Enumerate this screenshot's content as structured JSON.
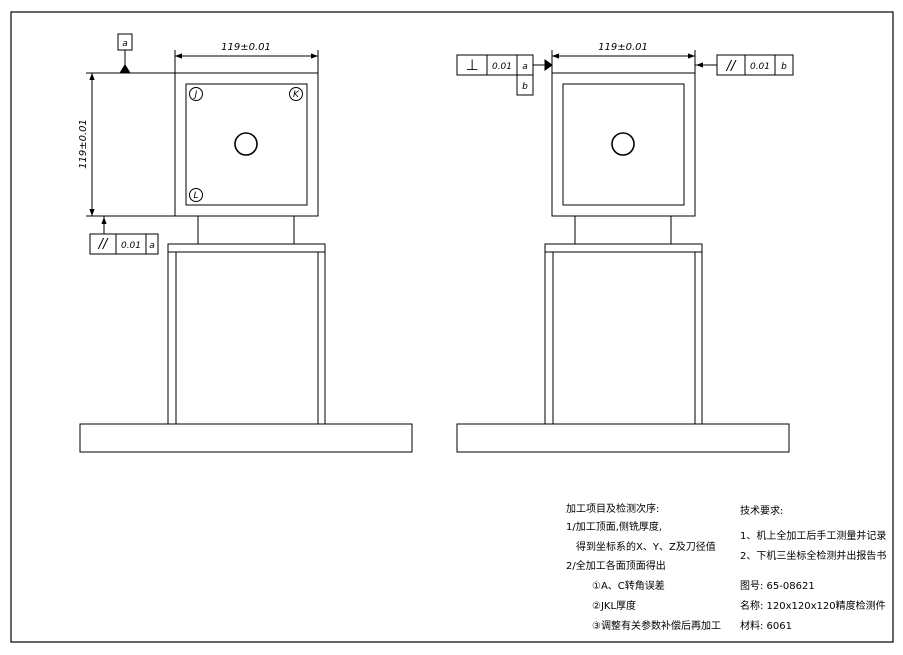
{
  "left_view": {
    "datum_label": "a",
    "width_dim": "119±0.01",
    "height_dim": "119±0.01",
    "corner_labels": [
      "J",
      "K",
      "L"
    ],
    "fcf_parallel": {
      "symbol": "//",
      "tolerance": "0.01",
      "datum": "a"
    }
  },
  "right_view": {
    "width_dim": "119±0.01",
    "fcf_perpendicular": {
      "symbol": "⊥",
      "tolerance": "0.01",
      "datum": "a",
      "datum2": "b"
    },
    "fcf_parallel": {
      "symbol": "//",
      "tolerance": "0.01",
      "datum": "b"
    }
  },
  "notes": {
    "process_title": "加工项目及检测次序:",
    "step1": "1/加工顶面,侧铣厚度,",
    "step1_cont": "得到坐标系的X、Y、Z及刀径值",
    "step2": "2/全加工各面顶面得出",
    "sub1": "①A、C转角误差",
    "sub2": "②JKL厚度",
    "sub3": "③调整有关参数补偿后再加工",
    "tech_title": "技术要求:",
    "tech1": "1、机上全加工后手工测量并记录",
    "tech2": "2、下机三坐标全检测并出报告书",
    "drawing_no": "图号: 65-08621",
    "part_name": "名称: 120x120x120精度检测件",
    "material": "材料: 6061"
  }
}
